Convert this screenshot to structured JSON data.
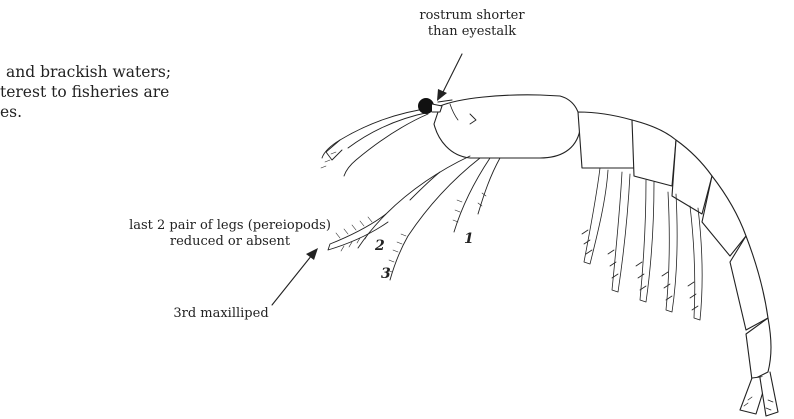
{
  "body_text": {
    "lines": [
      "and brackish waters;",
      "terest to fisheries are",
      "es."
    ]
  },
  "annotations": {
    "rostrum": [
      "rostrum shorter",
      "than eyestalk"
    ],
    "legs": [
      "last 2 pair of legs (pereiopods)",
      "reduced or absent"
    ],
    "maxilliped": "3rd maxilliped"
  },
  "leg_numbers": [
    "1",
    "2",
    "3"
  ]
}
